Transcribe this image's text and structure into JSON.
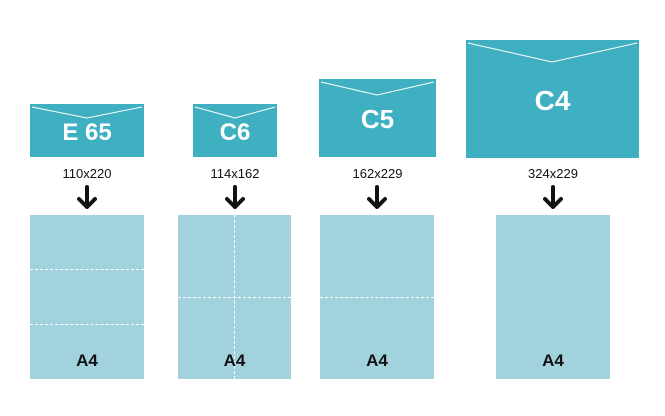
{
  "colors": {
    "envelope": "#3fb0c2",
    "sheet": "#a1d2de",
    "fold": "#ffffff",
    "text": "#111111"
  },
  "icons": {
    "arrow": "arrow-down-icon",
    "flap": "envelope-flap-icon"
  },
  "formats": [
    {
      "envelope": "E 65",
      "dimensions": "110x220",
      "sheet": "A4"
    },
    {
      "envelope": "C6",
      "dimensions": "114x162",
      "sheet": "A4"
    },
    {
      "envelope": "C5",
      "dimensions": "162x229",
      "sheet": "A4"
    },
    {
      "envelope": "C4",
      "dimensions": "324x229",
      "sheet": "A4"
    }
  ]
}
